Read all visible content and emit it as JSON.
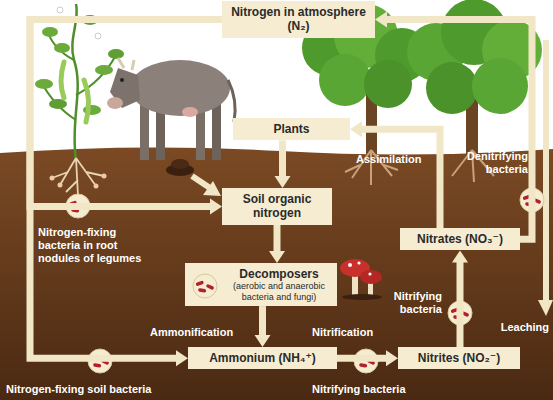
{
  "diagram": {
    "nodes": [
      {
        "text": [
          "Nitrogen in atmosphere (N₂)"
        ]
      },
      {
        "text": [
          "Plants"
        ]
      },
      {
        "text": [
          "Soil organic nitrogen"
        ]
      },
      {
        "text": [
          "Decomposers",
          "(aerobic and anaerobic bacteria and fungi)"
        ]
      },
      {
        "text": [
          "Ammonium (NH₄⁺)"
        ]
      },
      {
        "text": [
          "Nitrites (NO₂⁻)"
        ]
      },
      {
        "text": [
          "Nitrates (NO₃⁻)"
        ]
      }
    ],
    "edges": [
      {
        "from": 0,
        "to": 2,
        "arrow": "to"
      },
      {
        "from": 0,
        "to": 4,
        "arrow": "to"
      },
      {
        "from": 1,
        "to": 2,
        "arrow": "to"
      },
      {
        "from": 2,
        "to": 3,
        "arrow": "to"
      },
      {
        "from": 3,
        "to": 4,
        "arrow": "to"
      },
      {
        "from": 4,
        "to": 5,
        "arrow": "to"
      },
      {
        "from": 5,
        "to": 6,
        "arrow": "to"
      },
      {
        "from": 6,
        "to": 1,
        "arrow": "to"
      },
      {
        "from": 6,
        "to": 0,
        "arrow": "to"
      }
    ],
    "labels": [
      "Assimilation",
      "Denitrifying bacteria",
      "Nitrogen-fixing bacteria in root nodules of legumes",
      "Nitrifying bacteria",
      "Leaching",
      "Ammonification",
      "Nitrification",
      "Nitrogen-fixing soil bacteria",
      "Nitrifying bacteria"
    ]
  }
}
